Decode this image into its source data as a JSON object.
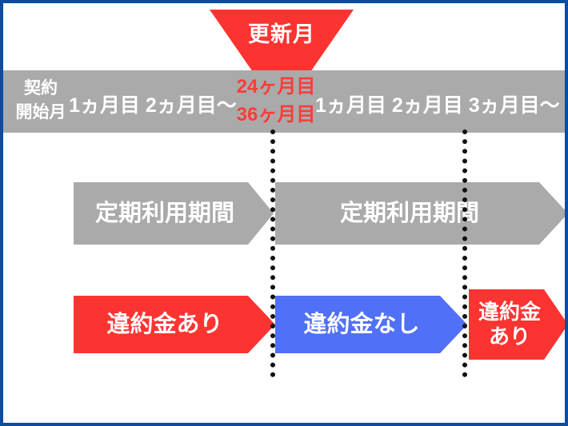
{
  "diagram": {
    "title_marker": {
      "label": "更新月",
      "icon": "down-triangle-marker"
    },
    "header_bar": {
      "contract_start": "契約\n開始月",
      "contract_start_line1": "契約",
      "contract_start_line2": "開始月",
      "months_left": "1ヵ月目 2ヵ月目〜",
      "renewal_line1": "24ヶ月目",
      "renewal_line2": "36ヶ月目",
      "months_right": "1ヵ月目 2ヵ月目  3ヵ月目〜"
    },
    "term_row": {
      "first": "定期利用期間",
      "second": "定期利用期間"
    },
    "penalty_row": {
      "first": "違約金あり",
      "second": "違約金なし",
      "third_line1": "違約金",
      "third_line2": "あり"
    },
    "colors": {
      "red": "#fc3431",
      "blue": "#4f70f7",
      "gray": "#aaaaaa",
      "border": "#0a4da2",
      "renewal_text": "#f93d39",
      "dotted_line": "#111111"
    }
  }
}
